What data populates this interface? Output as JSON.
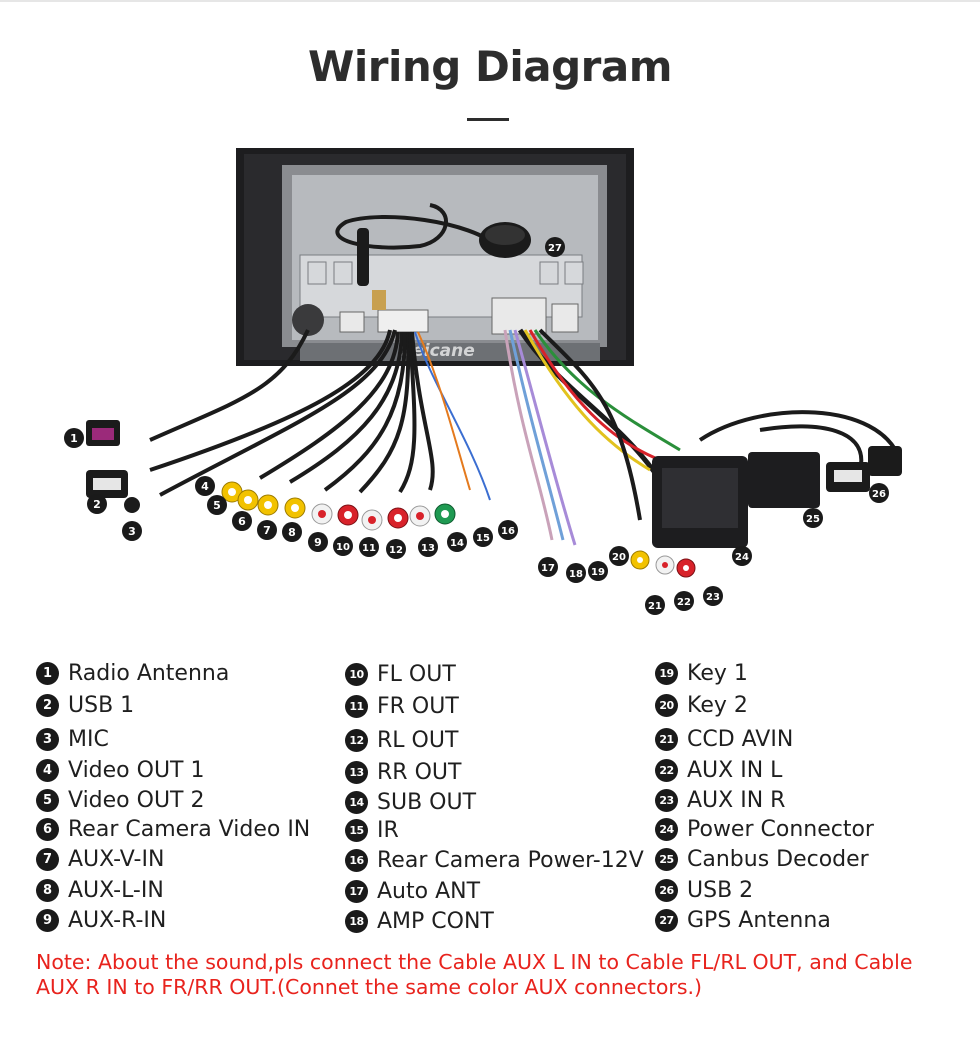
{
  "title": "Wiring Diagram",
  "brand_watermark": "Seicane",
  "legend": {
    "col1": [
      {
        "n": "1",
        "label": "Radio Antenna"
      },
      {
        "n": "2",
        "label": "USB 1"
      },
      {
        "n": "3",
        "label": "MIC"
      },
      {
        "n": "4",
        "label": "Video OUT 1"
      },
      {
        "n": "5",
        "label": "Video OUT 2"
      },
      {
        "n": "6",
        "label": "Rear Camera Video IN"
      },
      {
        "n": "7",
        "label": "AUX-V-IN"
      },
      {
        "n": "8",
        "label": "AUX-L-IN"
      },
      {
        "n": "9",
        "label": "AUX-R-IN"
      }
    ],
    "col2": [
      {
        "n": "10",
        "label": "FL OUT"
      },
      {
        "n": "11",
        "label": "FR OUT"
      },
      {
        "n": "12",
        "label": "RL OUT"
      },
      {
        "n": "13",
        "label": "RR OUT"
      },
      {
        "n": "14",
        "label": "SUB OUT"
      },
      {
        "n": "15",
        "label": "IR"
      },
      {
        "n": "16",
        "label": "Rear Camera Power-12V"
      },
      {
        "n": "17",
        "label": "Auto ANT"
      },
      {
        "n": "18",
        "label": "AMP CONT"
      }
    ],
    "col3": [
      {
        "n": "19",
        "label": "Key 1"
      },
      {
        "n": "20",
        "label": "Key 2"
      },
      {
        "n": "21",
        "label": "CCD AVIN"
      },
      {
        "n": "22",
        "label": "AUX IN L"
      },
      {
        "n": "23",
        "label": "AUX IN R"
      },
      {
        "n": "24",
        "label": "Power Connector"
      },
      {
        "n": "25",
        "label": "Canbus Decoder"
      },
      {
        "n": "26",
        "label": "USB 2"
      },
      {
        "n": "27",
        "label": "GPS Antenna"
      }
    ]
  },
  "note": "Note: About the sound,pls connect the Cable AUX L IN to Cable FL/RL OUT, and Cable AUX R IN to FR/RR OUT.(Connet the same color AUX connectors.)",
  "colors": {
    "title": "#2d2d2d",
    "note": "#e8231d",
    "badge": "#1a1a1a",
    "rca_yellow": "#f2c200",
    "rca_red": "#d8222a",
    "rca_white": "#f2f2f2",
    "rca_green": "#1f9a52"
  }
}
